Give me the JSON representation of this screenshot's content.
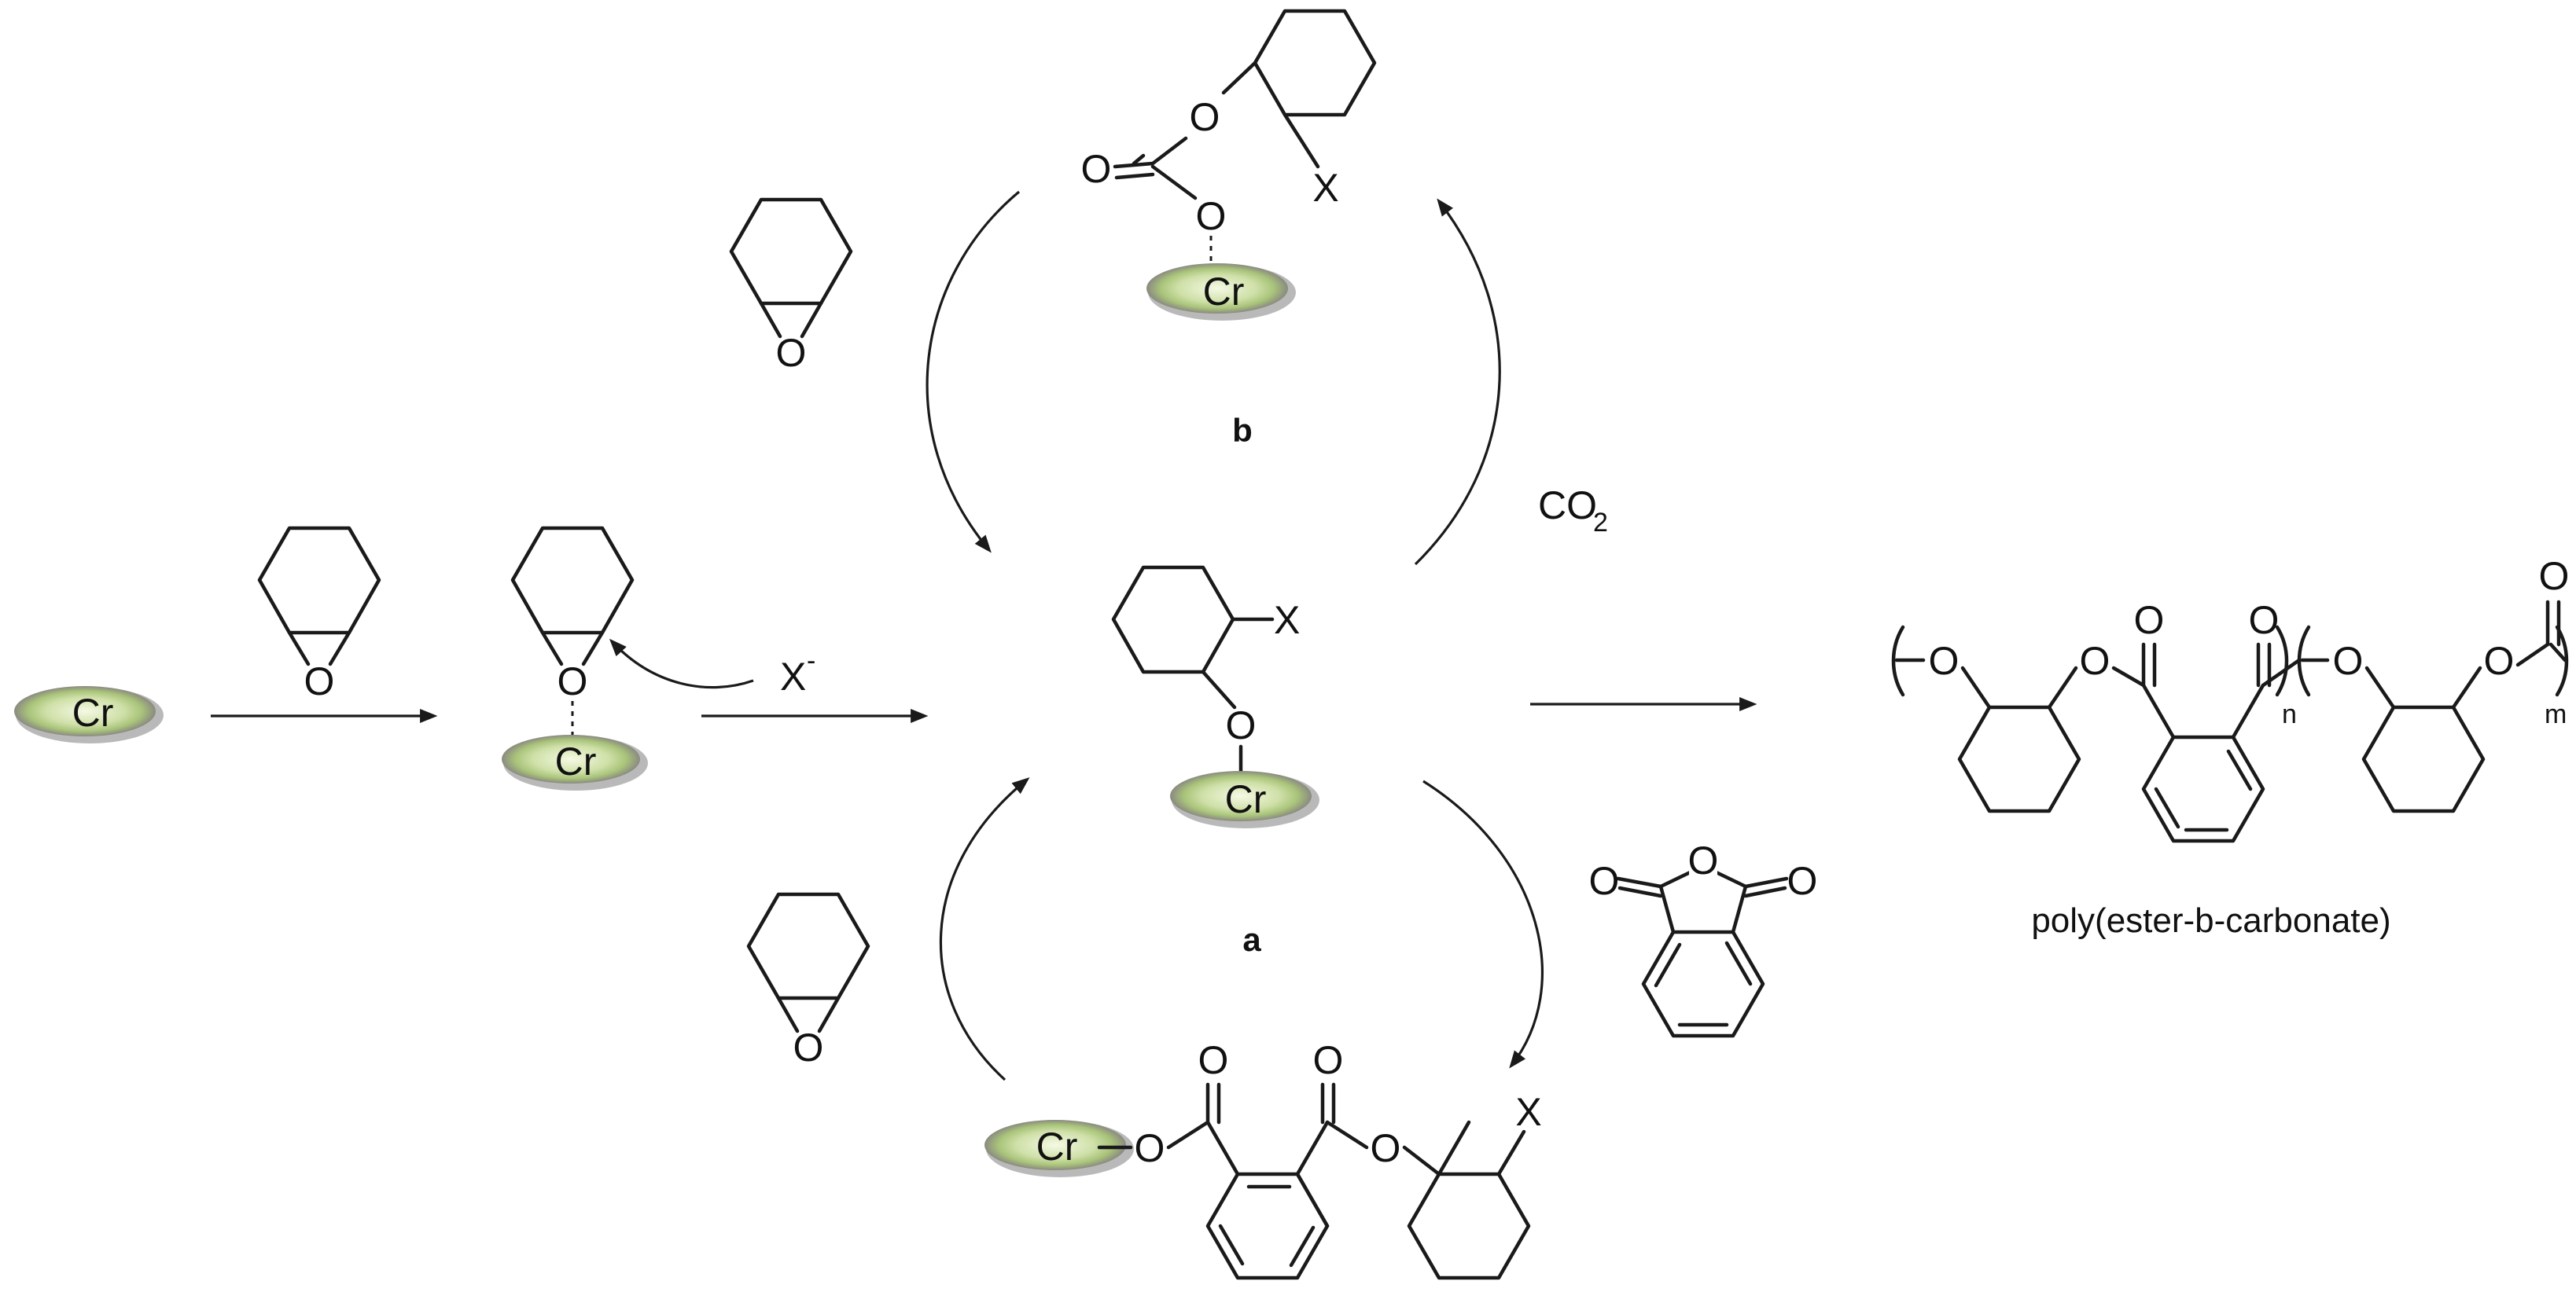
{
  "labels": {
    "metal": "Cr",
    "oxygen": "O",
    "halide": "X",
    "halide_anion": "X",
    "halide_charge": "-",
    "carbon_dioxide": "CO",
    "co2_subscript": "2",
    "intermediate_a": "a",
    "intermediate_b": "b",
    "repeat_n": "n",
    "repeat_m": "m",
    "product_name": "poly(ester-b-carbonate)"
  },
  "colors": {
    "bond": "#1a1a1a",
    "catalyst_disc_light": "#eef5d6",
    "catalyst_disc_mid": "#b9d28c",
    "catalyst_disc_dark": "#7e7e7e"
  }
}
